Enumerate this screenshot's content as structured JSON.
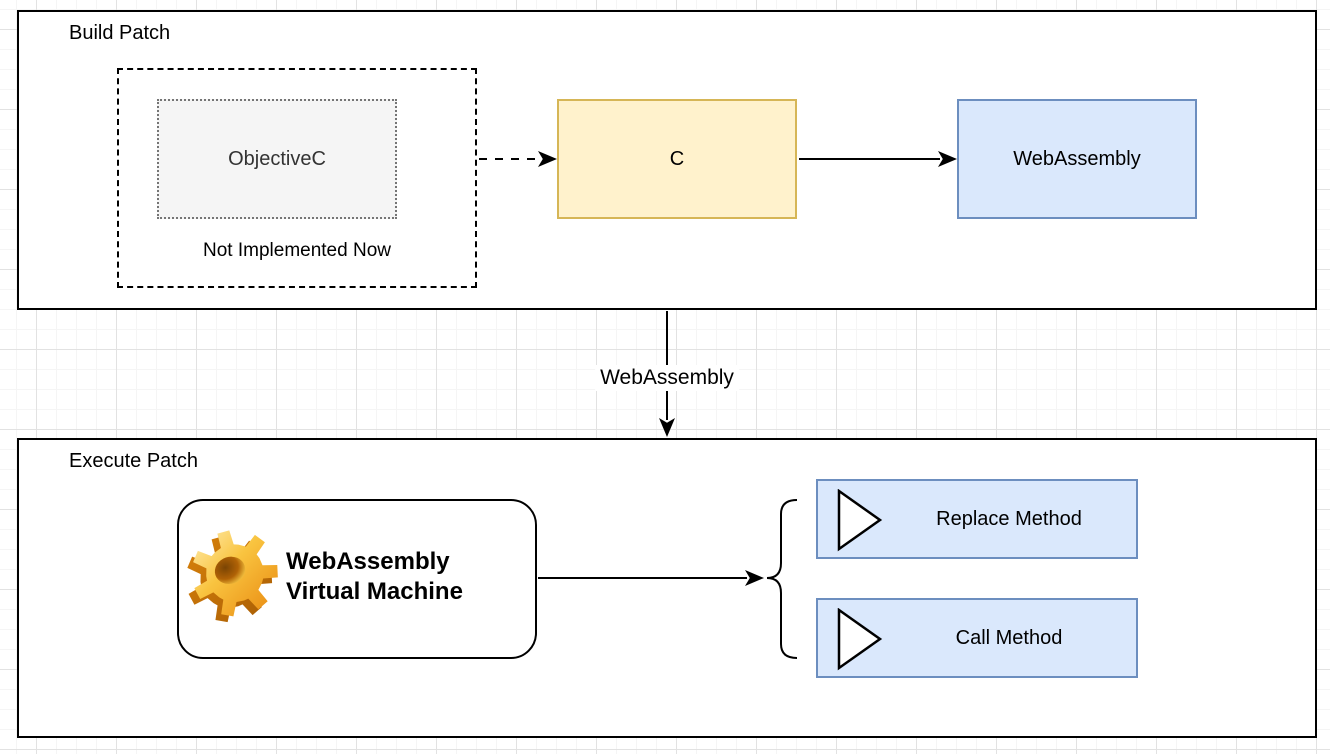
{
  "diagram": {
    "build_patch": {
      "title": "Build Patch",
      "objectivec_label": "ObjectiveC",
      "not_implemented_label": "Not Implemented Now",
      "c_label": "C",
      "webassembly_label": "WebAssembly"
    },
    "edge_label": "WebAssembly",
    "execute_patch": {
      "title": "Execute Patch",
      "vm_line1": "WebAssembly",
      "vm_line2": "Virtual Machine",
      "replace_method_label": "Replace Method",
      "call_method_label": "Call Method"
    }
  },
  "icons": {
    "gear_icon": "⚙",
    "play_icon": "▷"
  },
  "colors": {
    "container_border": "#000000",
    "yellow_fill": "#FFF2CC",
    "yellow_border": "#D6B656",
    "blue_fill": "#DAE8FC",
    "blue_border": "#6C8EBF",
    "gray_fill": "#F5F5F5",
    "gray_border": "#757575",
    "grid_minor": "#F5F5F5",
    "grid_major": "#E2E2E2",
    "gear_light": "#FFE9A6",
    "gear_mid": "#F9C440",
    "gear_dark": "#E8870E",
    "gear_side_light": "#D9820A",
    "gear_side_dark": "#A85D05"
  }
}
